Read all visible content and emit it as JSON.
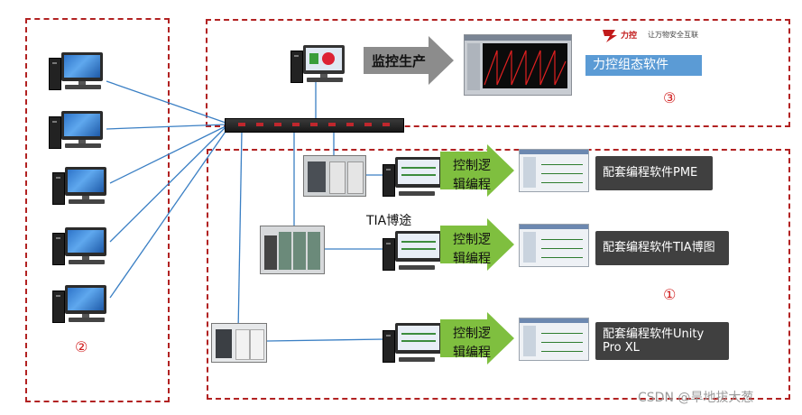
{
  "labels": {
    "monitor_production": "监控生产",
    "scada_software": "力控组态软件",
    "tia_portal": "TIA博途",
    "control_logic_line1": "控制逻",
    "control_logic_line2": "辑编程",
    "software_pme": "配套编程软件PME",
    "software_tia": "配套编程软件TIA博图",
    "software_unity_line1": "配套编程软件Unity",
    "software_unity_line2": "Pro XL",
    "region1_marker": "①",
    "region2_marker": "②",
    "region3_marker": "③",
    "brand_logo_text": "力控",
    "brand_slogan": "让万物安全互联",
    "watermark": "CSDN @旱地拔大葱"
  },
  "colors": {
    "region_border": "#b22222",
    "link_line": "#3a7fc4",
    "scada_box": "#5b9bd5",
    "gray_arrow": "#8c8c8c",
    "green_arrow": "#7fbf3f",
    "dark_label": "#404040",
    "marker_red": "#d11e1e"
  }
}
